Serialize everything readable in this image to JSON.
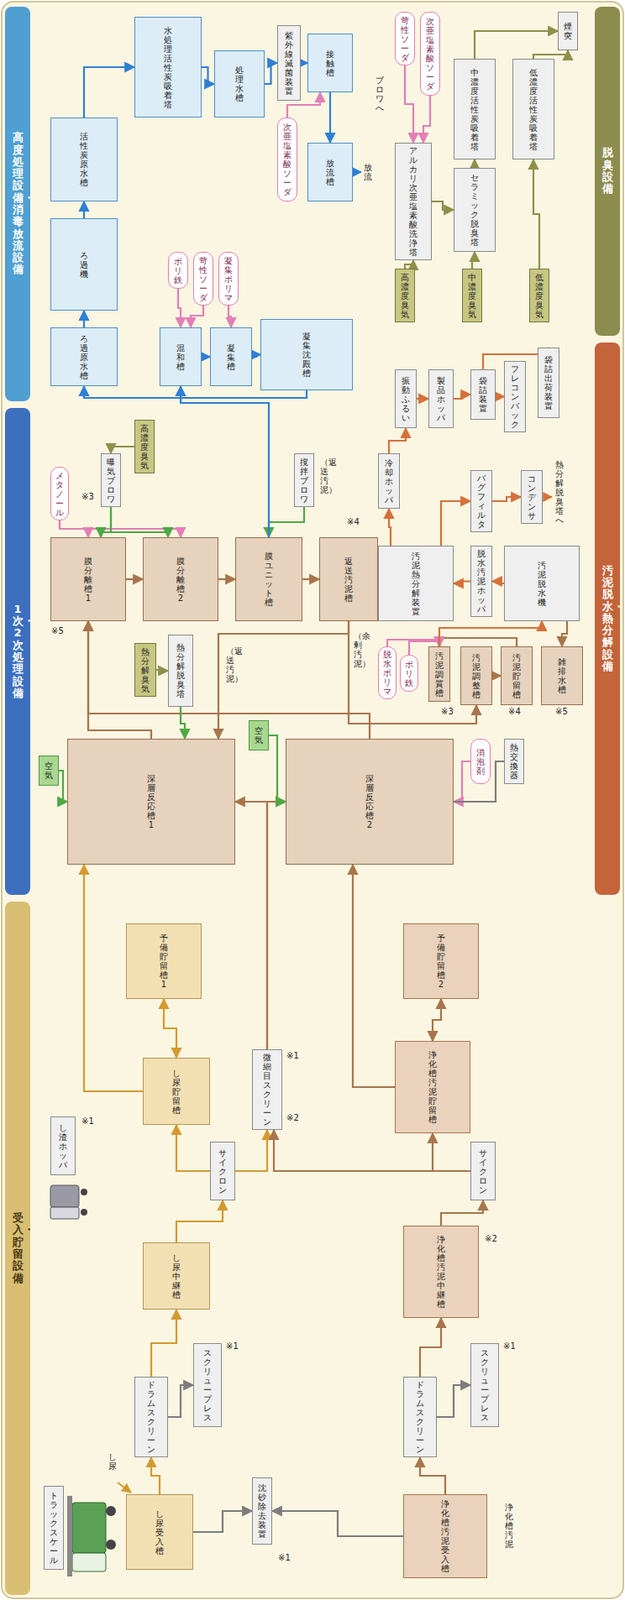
{
  "diagram": {
    "nodes": [
      {
        "text": [
          "高度処理設備・消毒放流設備"
        ]
      },
      {
        "text": [
          "1次・2次処理設備"
        ]
      },
      {
        "text": [
          "受入・貯留設備"
        ]
      },
      {
        "text": [
          "脱臭設備"
        ]
      },
      {
        "text": [
          "汚泥脱水・熱分解設備"
        ]
      },
      {
        "text": [
          "トラックスケール"
        ]
      },
      {
        "text": [
          "し尿受入槽"
        ]
      },
      {
        "text": [
          "沈砂除去装置"
        ]
      },
      {
        "text": [
          "浄化槽汚泥受入槽"
        ]
      },
      {
        "text": [
          "ドラムスクリーン"
        ]
      },
      {
        "text": [
          "スクリュープレス"
        ]
      },
      {
        "text": [
          "し尿中継槽"
        ]
      },
      {
        "text": [
          "サイクロン"
        ]
      },
      {
        "text": [
          "し尿貯留槽"
        ]
      },
      {
        "text": [
          "予備貯留槽1"
        ]
      },
      {
        "text": [
          "し渣ホッパ"
        ]
      },
      {
        "text": [
          "微細目スクリーン"
        ]
      },
      {
        "text": [
          "ドラムスクリーン"
        ]
      },
      {
        "text": [
          "スクリュープレス"
        ]
      },
      {
        "text": [
          "浄化槽汚泥中継槽"
        ]
      },
      {
        "text": [
          "サイクロン"
        ]
      },
      {
        "text": [
          "浄化槽汚泥貯留槽"
        ]
      },
      {
        "text": [
          "予備貯留槽2"
        ]
      },
      {
        "text": [
          "深層反応槽1"
        ]
      },
      {
        "text": [
          "深層反応槽2"
        ]
      },
      {
        "text": [
          "空気"
        ]
      },
      {
        "text": [
          "空気"
        ]
      },
      {
        "text": [
          "消泡剤"
        ]
      },
      {
        "text": [
          "熱交換器"
        ]
      },
      {
        "text": [
          "熱分解脱臭塔"
        ]
      },
      {
        "text": [
          "熱分解臭気"
        ]
      },
      {
        "text": [
          "膜分離槽1"
        ]
      },
      {
        "text": [
          "膜分離槽2"
        ]
      },
      {
        "text": [
          "メタノール"
        ]
      },
      {
        "text": [
          "膜ユニット槽"
        ]
      },
      {
        "text": [
          "曝気ブロワ"
        ]
      },
      {
        "text": [
          "撹拌ブロワ"
        ]
      },
      {
        "text": [
          "高濃度臭気"
        ]
      },
      {
        "text": [
          "返送汚泥槽"
        ]
      },
      {
        "text": [
          "混和槽"
        ]
      },
      {
        "text": [
          "凝集槽"
        ]
      },
      {
        "text": [
          "凝集沈殿槽"
        ]
      },
      {
        "text": [
          "ポリ鉄"
        ]
      },
      {
        "text": [
          "苛性ソーダ"
        ]
      },
      {
        "text": [
          "凝集ポリマ"
        ]
      },
      {
        "text": [
          "ろ過原水槽"
        ]
      },
      {
        "text": [
          "ろ過機"
        ]
      },
      {
        "text": [
          "活性炭原水槽"
        ]
      },
      {
        "text": [
          "水処理活性炭吸着塔"
        ]
      },
      {
        "text": [
          "処理水槽"
        ]
      },
      {
        "text": [
          "紫外線滅菌装置"
        ]
      },
      {
        "text": [
          "次亜塩素酸ソーダ"
        ]
      },
      {
        "text": [
          "接触槽"
        ]
      },
      {
        "text": [
          "放流槽"
        ]
      },
      {
        "text": [
          "高濃度臭気"
        ]
      },
      {
        "text": [
          "中濃度臭気"
        ]
      },
      {
        "text": [
          "低濃度臭気"
        ]
      },
      {
        "text": [
          "アルカリ次亜塩素酸洗浄塔"
        ]
      },
      {
        "text": [
          "苛性ソーダ"
        ]
      },
      {
        "text": [
          "次亜塩素酸ソーダ"
        ]
      },
      {
        "text": [
          "セラミック脱臭塔"
        ]
      },
      {
        "text": [
          "中濃度活性炭吸着塔"
        ]
      },
      {
        "text": [
          "低濃度活性炭吸着塔"
        ]
      },
      {
        "text": [
          "煙突"
        ]
      },
      {
        "text": [
          "汚泥調整槽"
        ]
      },
      {
        "text": [
          "汚泥貯留槽"
        ]
      },
      {
        "text": [
          "雑排水槽"
        ]
      },
      {
        "text": [
          "汚泥調質槽"
        ]
      },
      {
        "text": [
          "脱水ポリマ"
        ]
      },
      {
        "text": [
          "ポリ鉄"
        ]
      },
      {
        "text": [
          "汚泥脱水機"
        ]
      },
      {
        "text": [
          "脱水汚泥ホッパ"
        ]
      },
      {
        "text": [
          "汚泥熱分解装置"
        ]
      },
      {
        "text": [
          "バグフィルタ"
        ]
      },
      {
        "text": [
          "コンデンサ"
        ]
      },
      {
        "text": [
          "冷却ホッパ"
        ]
      },
      {
        "text": [
          "振動ふるい"
        ]
      },
      {
        "text": [
          "製品ホッパ"
        ]
      },
      {
        "text": [
          "袋詰装置"
        ]
      },
      {
        "text": [
          "フレコンバック"
        ]
      },
      {
        "text": [
          "袋詰出荷装置"
        ]
      }
    ],
    "edges": [
      {
        "from": 6,
        "to": 9,
        "arrow": "to"
      },
      {
        "from": 9,
        "to": 10,
        "arrow": "to"
      },
      {
        "from": 9,
        "to": 11,
        "arrow": "to"
      },
      {
        "from": 11,
        "to": 12,
        "arrow": "to"
      },
      {
        "from": 12,
        "to": 13,
        "arrow": "to"
      },
      {
        "from": 13,
        "to": 14,
        "arrow": "both"
      },
      {
        "from": 13,
        "to": 23,
        "arrow": "to"
      },
      {
        "from": 8,
        "to": 17,
        "arrow": "to"
      },
      {
        "from": 17,
        "to": 18,
        "arrow": "to"
      },
      {
        "from": 17,
        "to": 19,
        "arrow": "to"
      },
      {
        "from": 19,
        "to": 20,
        "arrow": "to"
      },
      {
        "from": 20,
        "to": 21,
        "arrow": "to"
      },
      {
        "from": 21,
        "to": 22,
        "arrow": "both"
      },
      {
        "from": 21,
        "to": 24,
        "arrow": "to"
      },
      {
        "from": 12,
        "to": 16,
        "arrow": "to"
      },
      {
        "from": 20,
        "to": 16,
        "arrow": "to"
      },
      {
        "from": 16,
        "to": 23,
        "arrow": "to"
      },
      {
        "from": 16,
        "to": 24,
        "arrow": "to"
      },
      {
        "from": 6,
        "to": 7,
        "arrow": "to"
      },
      {
        "from": 8,
        "to": 7,
        "arrow": "to"
      },
      {
        "from": 25,
        "to": 23,
        "arrow": "to"
      },
      {
        "from": 26,
        "to": 24,
        "arrow": "to"
      },
      {
        "from": 27,
        "to": 24,
        "arrow": "to"
      },
      {
        "from": 24,
        "to": 28,
        "arrow": "none"
      },
      {
        "from": 23,
        "to": 31,
        "arrow": "to"
      },
      {
        "from": 24,
        "to": 31,
        "arrow": "to"
      },
      {
        "from": 30,
        "to": 29,
        "arrow": "to"
      },
      {
        "from": 29,
        "to": 23,
        "arrow": "to"
      },
      {
        "from": 33,
        "to": 31,
        "arrow": "to"
      },
      {
        "from": 33,
        "to": 32,
        "arrow": "to"
      },
      {
        "from": 35,
        "to": 31,
        "arrow": "to"
      },
      {
        "from": 35,
        "to": 32,
        "arrow": "to"
      },
      {
        "from": 37,
        "to": 35,
        "arrow": "to"
      },
      {
        "from": 31,
        "to": 32,
        "arrow": "to"
      },
      {
        "from": 32,
        "to": 34,
        "arrow": "to"
      },
      {
        "from": 36,
        "to": 34,
        "arrow": "to"
      },
      {
        "from": 34,
        "to": 38,
        "arrow": "to"
      },
      {
        "from": 38,
        "to": 23,
        "arrow": "to"
      },
      {
        "from": 38,
        "to": 64,
        "arrow": "to"
      },
      {
        "from": 34,
        "to": 39,
        "arrow": "to"
      },
      {
        "from": 39,
        "to": 40,
        "arrow": "to"
      },
      {
        "from": 40,
        "to": 41,
        "arrow": "to"
      },
      {
        "from": 42,
        "to": 39,
        "arrow": "to"
      },
      {
        "from": 43,
        "to": 39,
        "arrow": "to"
      },
      {
        "from": 44,
        "to": 40,
        "arrow": "to"
      },
      {
        "from": 41,
        "to": 45,
        "arrow": "to"
      },
      {
        "from": 45,
        "to": 46,
        "arrow": "to"
      },
      {
        "from": 46,
        "to": 47,
        "arrow": "to"
      },
      {
        "from": 47,
        "to": 48,
        "arrow": "to"
      },
      {
        "from": 48,
        "to": 49,
        "arrow": "to"
      },
      {
        "from": 49,
        "to": 50,
        "arrow": "to"
      },
      {
        "from": 50,
        "to": 52,
        "arrow": "to"
      },
      {
        "from": 51,
        "to": 52,
        "arrow": "to"
      },
      {
        "from": 52,
        "to": 53,
        "arrow": "to"
      },
      {
        "from": 54,
        "to": 57,
        "arrow": "to"
      },
      {
        "from": 58,
        "to": 57,
        "arrow": "to"
      },
      {
        "from": 59,
        "to": 57,
        "arrow": "to"
      },
      {
        "from": 55,
        "to": 60,
        "arrow": "to"
      },
      {
        "from": 57,
        "to": 60,
        "arrow": "to"
      },
      {
        "from": 60,
        "to": 61,
        "arrow": "to"
      },
      {
        "from": 61,
        "to": 63,
        "arrow": "to"
      },
      {
        "from": 56,
        "to": 62,
        "arrow": "to"
      },
      {
        "from": 62,
        "to": 63,
        "arrow": "to"
      },
      {
        "from": 64,
        "to": 65,
        "arrow": "to"
      },
      {
        "from": 65,
        "to": 67,
        "arrow": "to"
      },
      {
        "from": 68,
        "to": 67,
        "arrow": "to"
      },
      {
        "from": 69,
        "to": 67,
        "arrow": "to"
      },
      {
        "from": 67,
        "to": 70,
        "arrow": "to"
      },
      {
        "from": 70,
        "to": 71,
        "arrow": "to"
      },
      {
        "from": 71,
        "to": 72,
        "arrow": "to"
      },
      {
        "from": 70,
        "to": 66,
        "arrow": "to"
      },
      {
        "from": 72,
        "to": 73,
        "arrow": "to"
      },
      {
        "from": 73,
        "to": 74,
        "arrow": "to"
      },
      {
        "from": 72,
        "to": 75,
        "arrow": "to"
      },
      {
        "from": 75,
        "to": 76,
        "arrow": "to"
      },
      {
        "from": 76,
        "to": 77,
        "arrow": "to"
      },
      {
        "from": 77,
        "to": 78,
        "arrow": "to"
      },
      {
        "from": 78,
        "to": 79,
        "arrow": "to"
      },
      {
        "from": 78,
        "to": 80,
        "arrow": "to"
      }
    ],
    "labels": [
      "し尿",
      "浄化槽汚泥",
      "放流",
      "ブロワへ",
      "熱分解脱臭塔へ",
      "（返送汚泥）",
      "（返送汚泥）",
      "（余剰汚泥）",
      "※1",
      "※1",
      "※1",
      "※1",
      "※2",
      "※1",
      "※2",
      "※3",
      "※4",
      "※5",
      "※3",
      "※4",
      "※5"
    ]
  }
}
